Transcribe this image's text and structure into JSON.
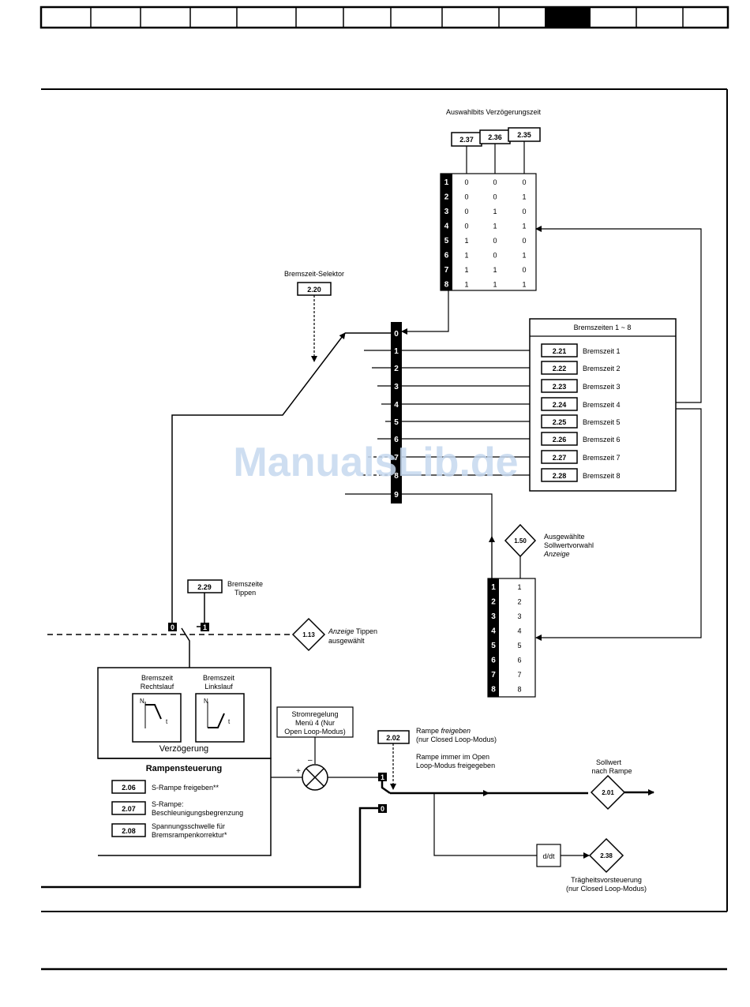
{
  "title_selection_bits": "Auswahlbits Verzögerungszeit",
  "sel_params": [
    "2.37",
    "2.36",
    "2.35"
  ],
  "sel_rows": [
    {
      "n": "1",
      "bits": [
        "0",
        "0",
        "0"
      ]
    },
    {
      "n": "2",
      "bits": [
        "0",
        "0",
        "1"
      ]
    },
    {
      "n": "3",
      "bits": [
        "0",
        "1",
        "0"
      ]
    },
    {
      "n": "4",
      "bits": [
        "0",
        "1",
        "1"
      ]
    },
    {
      "n": "5",
      "bits": [
        "1",
        "0",
        "0"
      ]
    },
    {
      "n": "6",
      "bits": [
        "1",
        "0",
        "1"
      ]
    },
    {
      "n": "7",
      "bits": [
        "1",
        "1",
        "0"
      ]
    },
    {
      "n": "8",
      "bits": [
        "1",
        "1",
        "1"
      ]
    }
  ],
  "selector": {
    "label": "Bremszeit-Selektor",
    "param": "2.20"
  },
  "mux_labels": [
    "0",
    "1",
    "2",
    "3",
    "4",
    "5",
    "6",
    "7",
    "8",
    "9"
  ],
  "decel_times": {
    "title": "Bremszeiten 1 ~ 8",
    "items": [
      {
        "param": "2.21",
        "label": "Bremszeit 1"
      },
      {
        "param": "2.22",
        "label": "Bremszeit 2"
      },
      {
        "param": "2.23",
        "label": "Bremszeit 3"
      },
      {
        "param": "2.24",
        "label": "Bremszeit 4"
      },
      {
        "param": "2.25",
        "label": "Bremszeit 5"
      },
      {
        "param": "2.26",
        "label": "Bremszeit 6"
      },
      {
        "param": "2.27",
        "label": "Bremszeit 7"
      },
      {
        "param": "2.28",
        "label": "Bremszeit 8"
      }
    ]
  },
  "ref_display": {
    "param": "1.50",
    "line1": "Ausgewählte",
    "line2": "Sollwertvorwahl",
    "line3": "Anzeige"
  },
  "ref_table": {
    "left": [
      "1",
      "2",
      "3",
      "4",
      "5",
      "6",
      "7",
      "8"
    ],
    "right": [
      "1",
      "2",
      "3",
      "4",
      "5",
      "6",
      "7",
      "8"
    ]
  },
  "jog": {
    "param": "2.29",
    "line1": "Bremszeite",
    "line2": "Tippen",
    "switch0": "0",
    "switch1": "1"
  },
  "jog_display": {
    "param": "1.13",
    "word_italic": "Anzeige",
    "word": "Tippen",
    "line2": "ausgewählt"
  },
  "ramp_box": {
    "fwd_line1": "Bremszeit",
    "fwd_line2": "Rechtslauf",
    "rev_line1": "Bremszeit",
    "rev_line2": "Linkslauf",
    "axis_n": "N",
    "axis_t": "t",
    "decel_label": "Verzögerung",
    "section_title": "Rampensteuerung",
    "params": [
      {
        "param": "2.06",
        "line1": "S-Rampe freigeben**",
        "line2": ""
      },
      {
        "param": "2.07",
        "line1": "S-Rampe:",
        "line2": "Beschleunigungsbegrenzung"
      },
      {
        "param": "2.08",
        "line1": "Spannungsschwelle für",
        "line2": "Bremsrampenkorrektur*"
      }
    ]
  },
  "current_ctrl": {
    "line1": "Stromregelung",
    "line2": "Menü 4 (Nur",
    "line3": "Open Loop-Modus)",
    "minus": "–",
    "plus": "+"
  },
  "ramp_enable": {
    "param": "2.02",
    "line1_pre": "Rampe ",
    "line1_italic": "freigeben",
    "line2": "(nur Closed Loop-Modus)",
    "line3": "Rampe immer im Open",
    "line4": "Loop-Modus freigegeben",
    "switch1": "1",
    "switch0": "0"
  },
  "post_ramp": {
    "param": "2.01",
    "line1": "Sollwert",
    "line2": "nach Rampe"
  },
  "inertia": {
    "param": "2.38",
    "block": "d/dt",
    "line1": "Trägheitsvorsteuerung",
    "line2": "(nur Closed Loop-Modus)"
  },
  "watermark": "ManualsLib.de",
  "colors": {
    "ink": "#000000",
    "watermark": "#c5d8ef"
  }
}
